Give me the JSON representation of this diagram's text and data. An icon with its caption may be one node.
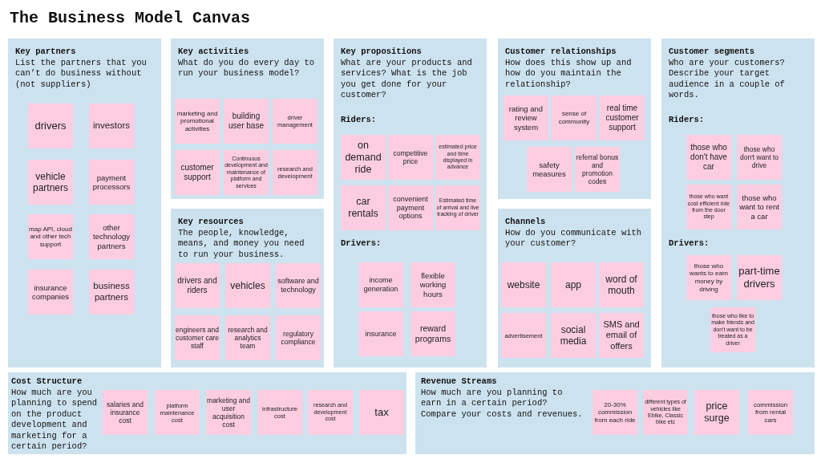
{
  "diagram": {
    "title": "The Business Model Canvas",
    "nodes": [
      {
        "text": [
          "Key partners",
          "List the partners that you can’t do business without (not suppliers)"
        ]
      },
      {
        "text": [
          "drivers"
        ],
        "in": 0
      },
      {
        "text": [
          "investors"
        ],
        "in": 0
      },
      {
        "text": [
          "vehicle partners"
        ],
        "in": 0
      },
      {
        "text": [
          "payment processors"
        ],
        "in": 0
      },
      {
        "text": [
          "map API, cloud and other tech support"
        ],
        "in": 0
      },
      {
        "text": [
          "other technology partners"
        ],
        "in": 0
      },
      {
        "text": [
          "insurance companies"
        ],
        "in": 0
      },
      {
        "text": [
          "business partners"
        ],
        "in": 0
      },
      {
        "text": [
          "Key activities",
          "What do you do every day to run your business model?"
        ]
      },
      {
        "text": [
          "marketing and promotional activities"
        ],
        "in": 9
      },
      {
        "text": [
          "building user base"
        ],
        "in": 9
      },
      {
        "text": [
          "driver management"
        ],
        "in": 9
      },
      {
        "text": [
          "customer support"
        ],
        "in": 9
      },
      {
        "text": [
          "Continuous development and maintenance of platform and services"
        ],
        "in": 9
      },
      {
        "text": [
          "research and development"
        ],
        "in": 9
      },
      {
        "text": [
          "Key resources",
          "The people, knowledge, means, and money you need to run your business."
        ]
      },
      {
        "text": [
          "drivers and riders"
        ],
        "in": 16
      },
      {
        "text": [
          "vehicles"
        ],
        "in": 16
      },
      {
        "text": [
          "software and technology"
        ],
        "in": 16
      },
      {
        "text": [
          "engineers and customer care staff"
        ],
        "in": 16
      },
      {
        "text": [
          "research and analytics team"
        ],
        "in": 16
      },
      {
        "text": [
          "regulatory compliance"
        ],
        "in": 16
      },
      {
        "text": [
          "Key propositions",
          "What are your products and services? What is the job you get done for your customer?",
          "Riders:",
          "Drivers:"
        ]
      },
      {
        "text": [
          "on demand ride"
        ],
        "in": 23
      },
      {
        "text": [
          "competitive price"
        ],
        "in": 23
      },
      {
        "text": [
          "estimated price and time displayed in advance"
        ],
        "in": 23
      },
      {
        "text": [
          "car rentals"
        ],
        "in": 23
      },
      {
        "text": [
          "convenient payment options"
        ],
        "in": 23
      },
      {
        "text": [
          "Estimated time of arrival and live tracking of driver"
        ],
        "in": 23
      },
      {
        "text": [
          "income generation"
        ],
        "in": 23
      },
      {
        "text": [
          "flexible working hours"
        ],
        "in": 23
      },
      {
        "text": [
          "insurance"
        ],
        "in": 23
      },
      {
        "text": [
          "reward programs"
        ],
        "in": 23
      },
      {
        "text": [
          "Customer relationships",
          "How does this show up and how do you maintain the relationship?"
        ]
      },
      {
        "text": [
          "rating and review system"
        ],
        "in": 34
      },
      {
        "text": [
          "sense of community"
        ],
        "in": 34
      },
      {
        "text": [
          "real time customer support"
        ],
        "in": 34
      },
      {
        "text": [
          "safety measures"
        ],
        "in": 34
      },
      {
        "text": [
          "referral bonus and promotion codes"
        ],
        "in": 34
      },
      {
        "text": [
          "Channels",
          "How do you communicate with your customer?"
        ]
      },
      {
        "text": [
          "website"
        ],
        "in": 40
      },
      {
        "text": [
          "app"
        ],
        "in": 40
      },
      {
        "text": [
          "word of mouth"
        ],
        "in": 40
      },
      {
        "text": [
          "advertisement"
        ],
        "in": 40
      },
      {
        "text": [
          "social media"
        ],
        "in": 40
      },
      {
        "text": [
          "SMS and email of offers"
        ],
        "in": 40
      },
      {
        "text": [
          "Customer segments",
          "Who are your customers? Describe your target audience in a couple of words.",
          "Riders:",
          "Drivers:"
        ]
      },
      {
        "text": [
          "those who don't have car"
        ],
        "in": 47
      },
      {
        "text": [
          "those who don't want to drive"
        ],
        "in": 47
      },
      {
        "text": [
          "those who want cost efficient ride from the door step"
        ],
        "in": 47
      },
      {
        "text": [
          "those who want to rent a car"
        ],
        "in": 47
      },
      {
        "text": [
          "those who wants to earn money by driving"
        ],
        "in": 47
      },
      {
        "text": [
          "part-time drivers"
        ],
        "in": 47
      },
      {
        "text": [
          "those who like to make friends and don't want to be treated as a driver"
        ],
        "in": 47
      },
      {
        "text": [
          "Cost Structure",
          "How much are you planning to spend on the product development and marketing for a certain period?"
        ]
      },
      {
        "text": [
          "salaries and insurance cost"
        ],
        "in": 55
      },
      {
        "text": [
          "platform maintenance cost"
        ],
        "in": 55
      },
      {
        "text": [
          "marketing and user acquisition cost"
        ],
        "in": 55
      },
      {
        "text": [
          "infrastructure cost"
        ],
        "in": 55
      },
      {
        "text": [
          "research and development cost"
        ],
        "in": 55
      },
      {
        "text": [
          "tax"
        ],
        "in": 55
      },
      {
        "text": [
          "Revenue Streams",
          "How much are you planning to earn in a certain period? Compare your costs and revenues."
        ]
      },
      {
        "text": [
          "20-30% commission from each ride"
        ],
        "in": 62
      },
      {
        "text": [
          "different types of vehicles like Ebike, Classic bike etc"
        ],
        "in": 62
      },
      {
        "text": [
          "price surge"
        ],
        "in": 62
      },
      {
        "text": [
          "commission from rental cars"
        ],
        "in": 62
      }
    ]
  }
}
